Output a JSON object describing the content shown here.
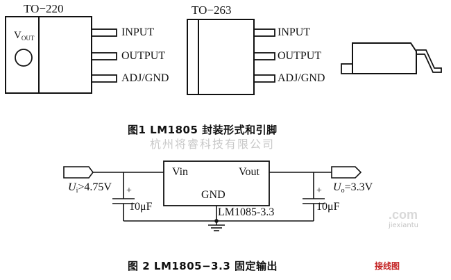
{
  "fig1": {
    "to220": {
      "package": "TO−220",
      "tab_label_main": "V",
      "tab_label_sub": "OUT",
      "pins": [
        "INPUT",
        "OUTPUT",
        "ADJ/GND"
      ]
    },
    "to263": {
      "package": "TO−263",
      "pins": [
        "INPUT",
        "OUTPUT",
        "ADJ/GND"
      ]
    },
    "caption": "图1   LM1805 封装形式和引脚"
  },
  "watermark": "杭州将睿科技有限公司",
  "fig2": {
    "input_label": {
      "symbol": "U",
      "sub": "i",
      "text": ">4.75V"
    },
    "output_label": {
      "symbol": "U",
      "sub": "o",
      "text": "=3.3V"
    },
    "regulator": {
      "vin": "Vin",
      "vout": "Vout",
      "gnd": "GND",
      "part": "LM1085-3.3"
    },
    "cap_in": {
      "plus": "+",
      "value": "10μF"
    },
    "cap_out": {
      "plus": "+",
      "value": "10μF"
    },
    "caption": "图 2   LM1805−3.3 固定输出"
  },
  "corner_watermark": {
    "chinese": "接线图",
    "dotcom": ".com",
    "url": "jiexiantu"
  }
}
